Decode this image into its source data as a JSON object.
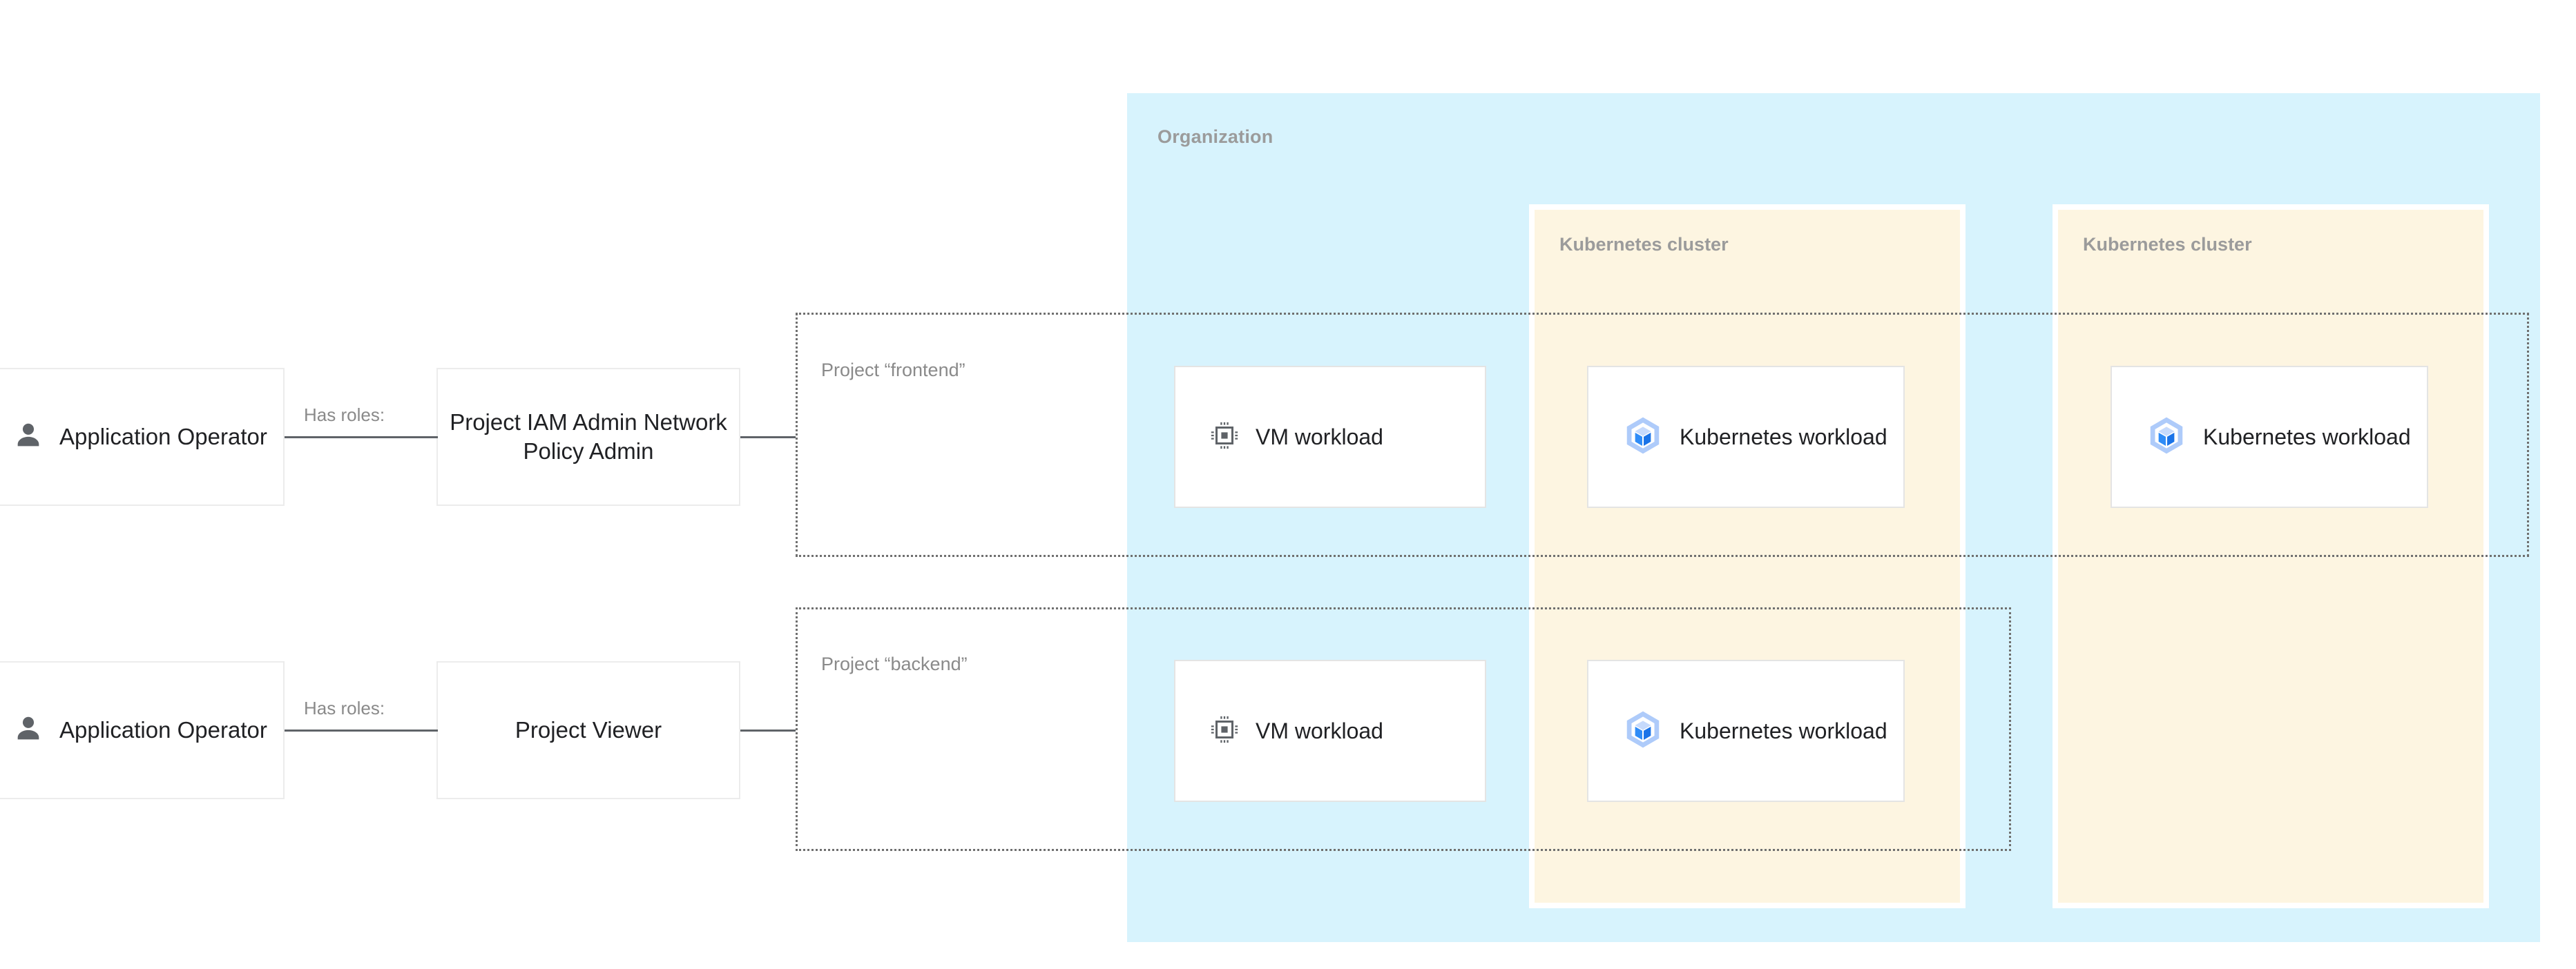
{
  "organization": {
    "label": "Organization",
    "bg_color": "#d7f3fd"
  },
  "clusters": [
    {
      "label": "Kubernetes cluster",
      "bg_color": "#fdf5e1"
    },
    {
      "label": "Kubernetes cluster",
      "bg_color": "#fdf5e1"
    }
  ],
  "projects": [
    {
      "label": "Project “frontend”"
    },
    {
      "label": "Project “backend”"
    }
  ],
  "workloads": {
    "vm_frontend": {
      "label": "VM workload",
      "icon": "cpu-chip-icon"
    },
    "vm_backend": {
      "label": "VM workload",
      "icon": "cpu-chip-icon"
    },
    "k8s_frontend_c1": {
      "label": "Kubernetes workload",
      "icon": "kubernetes-cube-icon"
    },
    "k8s_backend_c1": {
      "label": "Kubernetes workload",
      "icon": "kubernetes-cube-icon"
    },
    "k8s_frontend_c2": {
      "label": "Kubernetes workload",
      "icon": "kubernetes-cube-icon"
    }
  },
  "actors": [
    {
      "label": "Application Operator",
      "icon": "person-icon"
    },
    {
      "label": "Application Operator",
      "icon": "person-icon"
    }
  ],
  "roles": [
    {
      "label": "Project IAM Admin Network Policy Admin"
    },
    {
      "label": "Project Viewer"
    }
  ],
  "edges": [
    {
      "label": "Has roles:"
    },
    {
      "label": "Has roles:"
    }
  ],
  "colors": {
    "organization_fill": "#d7f3fd",
    "cluster_fill": "#fdf5e1",
    "card_border": "#e4e4e4",
    "text_primary": "#202124",
    "text_muted": "#8a8a8a",
    "line": "#5f6368",
    "kubernetes_blue": "#2f8cf7",
    "kubernetes_blue_light": "#aecbfa",
    "person_gray": "#5f6368"
  }
}
